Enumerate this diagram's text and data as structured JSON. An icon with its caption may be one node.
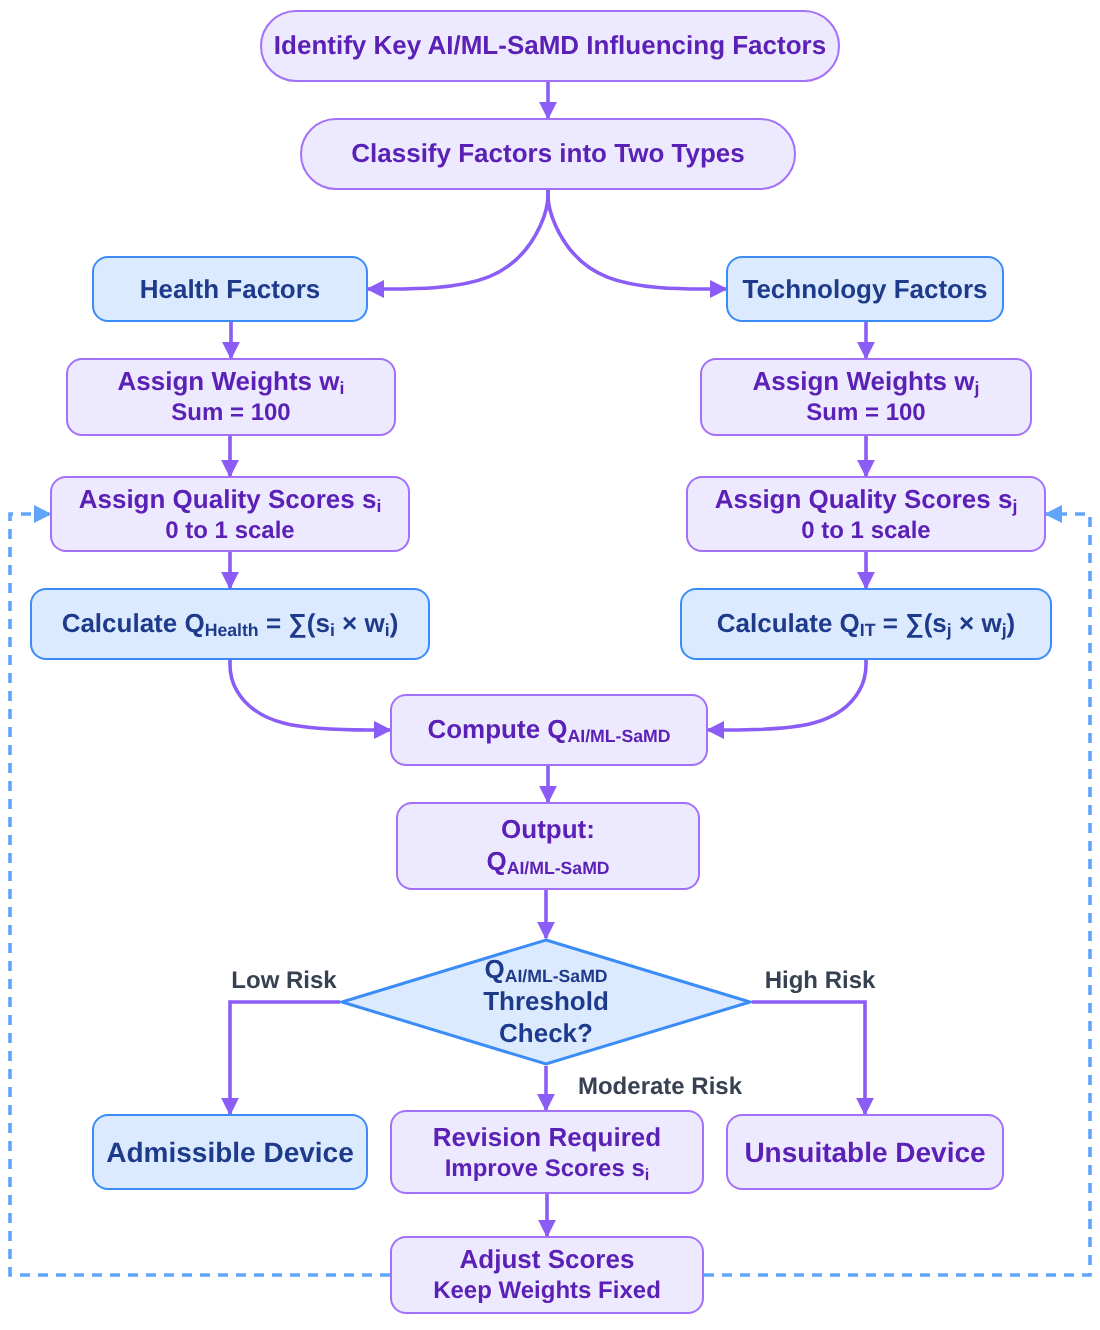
{
  "diagram": {
    "nodes": [
      {
        "text": [
          "Identify Key AI/ML-SaMD Influencing Factors"
        ]
      },
      {
        "text": [
          "Classify Factors into Two Types"
        ]
      },
      {
        "text": [
          "Health Factors"
        ]
      },
      {
        "text": [
          "Technology Factors"
        ]
      },
      {
        "text": [
          "Assign Weights w$_{i}$",
          "Sum = 100"
        ]
      },
      {
        "text": [
          "Assign Weights w$_{j}$",
          "Sum = 100"
        ]
      },
      {
        "text": [
          "Assign Quality Scores s$_{i}$",
          "0 to 1 scale"
        ]
      },
      {
        "text": [
          "Assign Quality Scores s$_{j}$",
          "0 to 1 scale"
        ]
      },
      {
        "text": [
          "Calculate Q$_{Health}$ = ∑(s$_{i}$ × w$_{i}$)"
        ]
      },
      {
        "text": [
          "Calculate Q$_{IT}$ = ∑(s$_{j}$ × w$_{j}$)"
        ]
      },
      {
        "text": [
          "Compute Q$_{AI/ML-SaMD}$"
        ]
      },
      {
        "text": [
          "Output:",
          "Q$_{AI/ML-SaMD}$"
        ]
      },
      {
        "text": [
          "Q$_{AI/ML-SaMD}$ Threshold Check?"
        ]
      },
      {
        "text": [
          "Admissible Device"
        ]
      },
      {
        "text": [
          "Revision Required",
          "Improve Scores s$_{i}$"
        ]
      },
      {
        "text": [
          "Unsuitable Device"
        ]
      },
      {
        "text": [
          "Adjust Scores",
          "Keep Weights Fixed"
        ]
      }
    ],
    "edges": [
      {
        "from": 0,
        "to": 1,
        "arrow": "to"
      },
      {
        "from": 1,
        "to": 2,
        "arrow": "to"
      },
      {
        "from": 1,
        "to": 3,
        "arrow": "to"
      },
      {
        "from": 2,
        "to": 4,
        "arrow": "to"
      },
      {
        "from": 3,
        "to": 5,
        "arrow": "to"
      },
      {
        "from": 4,
        "to": 6,
        "arrow": "to"
      },
      {
        "from": 5,
        "to": 7,
        "arrow": "to"
      },
      {
        "from": 6,
        "to": 8,
        "arrow": "to"
      },
      {
        "from": 7,
        "to": 9,
        "arrow": "to"
      },
      {
        "from": 8,
        "to": 10,
        "arrow": "to"
      },
      {
        "from": 9,
        "to": 10,
        "arrow": "to"
      },
      {
        "from": 10,
        "to": 11,
        "arrow": "to"
      },
      {
        "from": 11,
        "to": 12,
        "arrow": "to"
      },
      {
        "from": 12,
        "to": 13,
        "arrow": "to",
        "label": "Low Risk"
      },
      {
        "from": 12,
        "to": 14,
        "arrow": "to",
        "label": "Moderate Risk"
      },
      {
        "from": 12,
        "to": 15,
        "arrow": "to",
        "label": "High Risk"
      },
      {
        "from": 14,
        "to": 16,
        "arrow": "to"
      },
      {
        "from": 16,
        "to": 6,
        "arrow": "to",
        "style": "dashed",
        "color": "#60a5fa"
      },
      {
        "from": 16,
        "to": 7,
        "arrow": "to",
        "style": "dashed",
        "color": "#60a5fa"
      }
    ]
  }
}
